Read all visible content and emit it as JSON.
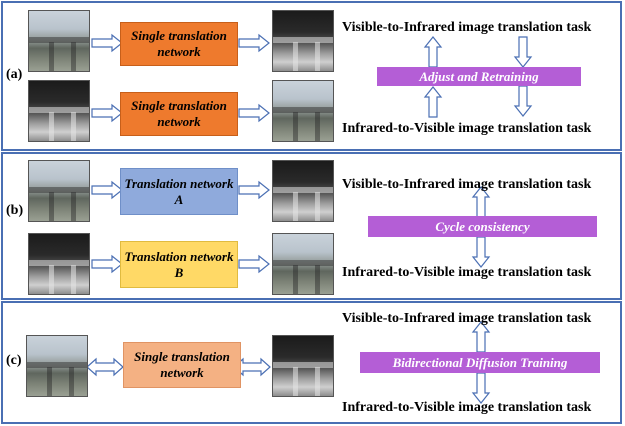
{
  "panel_a": {
    "label": "(a)",
    "box_top": "Single translation network",
    "box_bottom": "Single translation network",
    "task_top": "Visible-to-Infrared image translation task",
    "task_bottom": "Infrared-to-Visible image translation task",
    "center": "Adjust and Retraining"
  },
  "panel_b": {
    "label": "(b)",
    "box_top": "Translation network A",
    "box_bottom": "Translation network B",
    "task_top": "Visible-to-Infrared image translation task",
    "task_bottom": "Infrared-to-Visible image translation task",
    "center": "Cycle consistency"
  },
  "panel_c": {
    "label": "(c)",
    "box": "Single translation network",
    "task_top": "Visible-to-Infrared image translation task",
    "task_bottom": "Infrared-to-Visible image translation task",
    "center": "Bidirectional Diffusion Training"
  },
  "colors": {
    "border": "#4a6fb3",
    "orange": "#ee7a2d",
    "blue": "#8faadc",
    "yellow": "#ffd966",
    "peach": "#f4b183",
    "purple": "#b45ed6"
  }
}
